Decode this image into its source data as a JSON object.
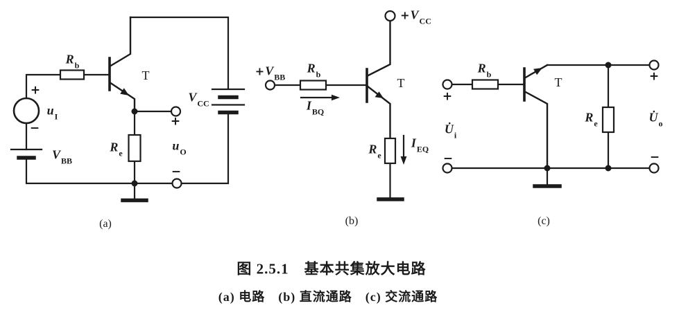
{
  "figure": {
    "title": "图 2.5.1　基本共集放大电路",
    "subtitle": "(a) 电路　(b) 直流通路　(c) 交流通路"
  },
  "ink_color": "#1b1b1b",
  "circuit_a": {
    "label": "(a)",
    "rb": {
      "main": "R",
      "sub": "b"
    },
    "re": {
      "main": "R",
      "sub": "e"
    },
    "transistor": "T",
    "ui": {
      "main": "u",
      "sub": "I"
    },
    "uo": {
      "main": "u",
      "sub": "O"
    },
    "vbb": {
      "main": "V",
      "sub": "BB"
    },
    "vcc": {
      "main": "V",
      "sub": "CC"
    },
    "src_plus": "+",
    "src_minus": "−",
    "out_plus": "+",
    "out_minus": "−"
  },
  "circuit_b": {
    "label": "(b)",
    "vbb": {
      "prefix": "+",
      "main": "V",
      "sub": "BB"
    },
    "vcc": {
      "prefix": "+",
      "main": "V",
      "sub": "CC"
    },
    "rb": {
      "main": "R",
      "sub": "b"
    },
    "re": {
      "main": "R",
      "sub": "e"
    },
    "ibq": {
      "main": "I",
      "sub": "BQ"
    },
    "ieq": {
      "main": "I",
      "sub": "EQ"
    },
    "transistor": "T"
  },
  "circuit_c": {
    "label": "(c)",
    "rb": {
      "main": "R",
      "sub": "b"
    },
    "re": {
      "main": "R",
      "sub": "e"
    },
    "transistor": "T",
    "ui": {
      "main": "U̇",
      "sub": "i"
    },
    "uo": {
      "main": "U̇",
      "sub": "o"
    },
    "in_plus": "+",
    "in_minus": "−",
    "out_plus": "+",
    "out_minus": "−"
  }
}
